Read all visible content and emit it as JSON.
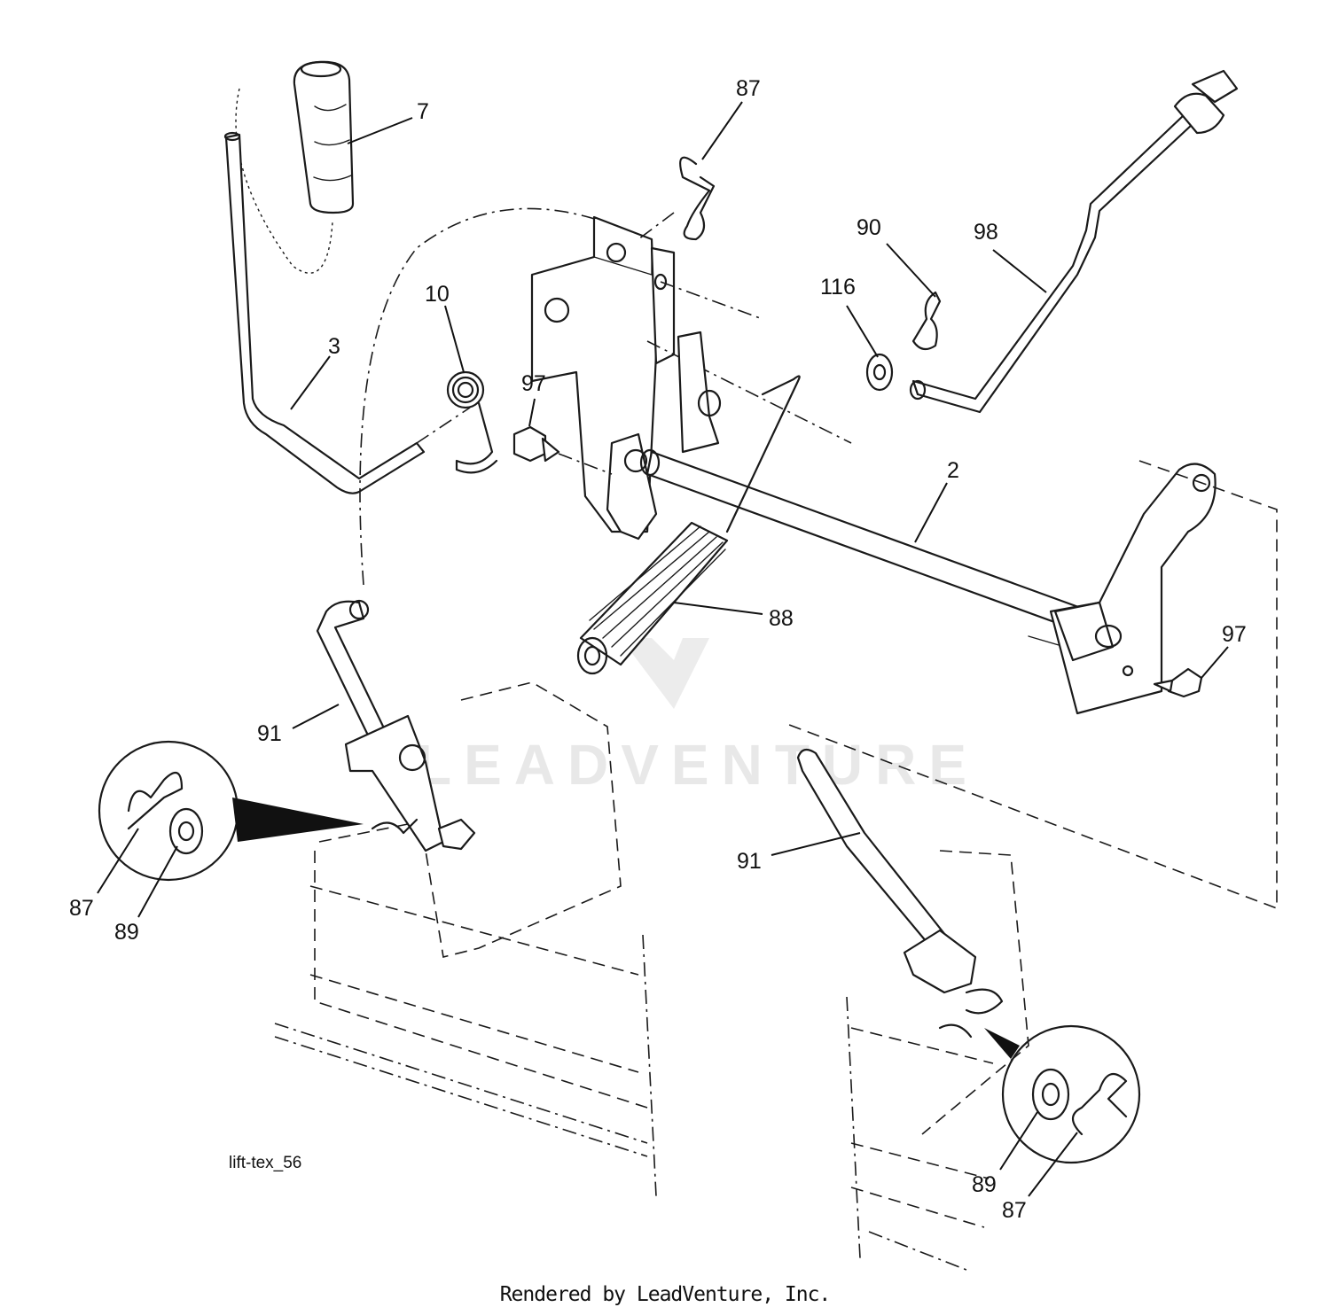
{
  "diagram": {
    "reference": "lift-tex_56",
    "footer": "Rendered by LeadVenture, Inc.",
    "watermark": "LEADVENTURE",
    "callouts": [
      {
        "id": "c7",
        "label": "7"
      },
      {
        "id": "c87a",
        "label": "87"
      },
      {
        "id": "c90",
        "label": "90"
      },
      {
        "id": "c98",
        "label": "98"
      },
      {
        "id": "c116",
        "label": "116"
      },
      {
        "id": "c10",
        "label": "10"
      },
      {
        "id": "c3",
        "label": "3"
      },
      {
        "id": "c97a",
        "label": "97"
      },
      {
        "id": "c2",
        "label": "2"
      },
      {
        "id": "c97b",
        "label": "97"
      },
      {
        "id": "c88",
        "label": "88"
      },
      {
        "id": "c91a",
        "label": "91"
      },
      {
        "id": "c87b",
        "label": "87"
      },
      {
        "id": "c89a",
        "label": "89"
      },
      {
        "id": "c91b",
        "label": "91"
      },
      {
        "id": "c89b",
        "label": "89"
      },
      {
        "id": "c87c",
        "label": "87"
      }
    ]
  }
}
